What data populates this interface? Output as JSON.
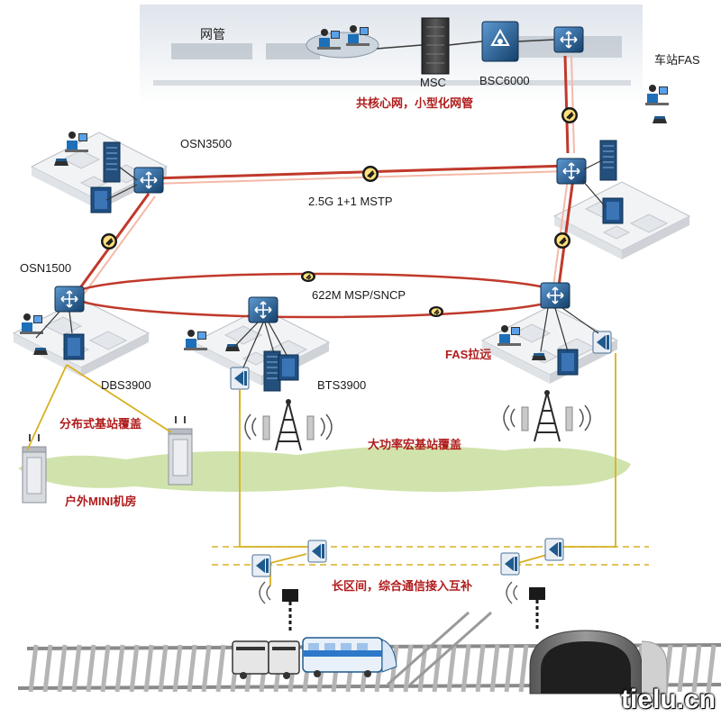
{
  "labels": {
    "nms": "网管",
    "msc": "MSC",
    "bsc": "BSC6000",
    "core": "共核心网，小型化网管",
    "station_fas": "车站FAS",
    "osn3500": "OSN3500",
    "ring_outer": "2.5G 1+1 MSTP",
    "osn1500": "OSN1500",
    "ring_inner": "622M MSP/SNCP",
    "fas_remote": "FAS拉远",
    "dbs": "DBS3900",
    "bts": "BTS3900",
    "distributed": "分布式基站覆盖",
    "macro": "大功率宏基站覆盖",
    "outdoor_mini": "户外MINI机房",
    "long_section": "长区间，综合通信接入互补"
  },
  "watermark": "tielu.cn",
  "colors": {
    "ring": "#c0392b",
    "ring_light": "#f4b9a8",
    "fiber": "#d8b020",
    "coverage": "#cfe2a8",
    "device": "#1e5a8e",
    "label_red": "#b01c1c",
    "track": "#8a8a8a"
  },
  "icons": {
    "router": "router-icon",
    "server": "server-rack-icon",
    "operator": "operator-workstation-icon",
    "antenna": "antenna-tower-icon",
    "repeater": "repeater-icon",
    "link": "link-badge-icon",
    "train": "train-icon",
    "tunnel": "tunnel-icon"
  }
}
